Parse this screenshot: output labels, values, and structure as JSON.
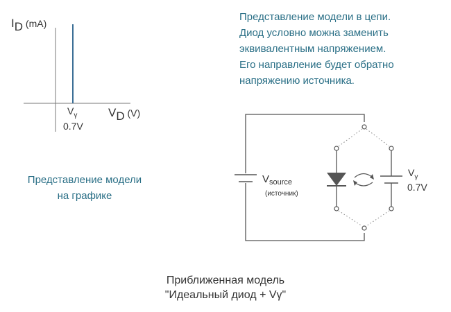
{
  "graph": {
    "y_axis_label_main": "I",
    "y_axis_label_sub": "D",
    "y_axis_unit": "(mA)",
    "x_axis_label_main": "V",
    "x_axis_label_sub": "D",
    "x_axis_unit": "(V)",
    "threshold_label_main": "V",
    "threshold_label_sub": "γ",
    "threshold_value": "0.7V",
    "caption_line1": "Представление модели",
    "caption_line2": "на графике"
  },
  "circuit": {
    "description_lines": [
      "Представление модели в цепи.",
      "Диод условно можна заменить",
      "эквивалентным напряжением.",
      "Его направление будет обратно",
      "напряжению источника."
    ],
    "source_label_main": "V",
    "source_label_sub": "source",
    "source_note": "(источник)",
    "equiv_label_main": "V",
    "equiv_label_sub": "γ",
    "equiv_value": "0.7V"
  },
  "footer": {
    "line1": "Приближенная модель",
    "line2": "\"Идеальный диод + Vγ\""
  },
  "colors": {
    "accent": "#2a6f86",
    "line": "#555555",
    "diode_fill": "#555555"
  }
}
